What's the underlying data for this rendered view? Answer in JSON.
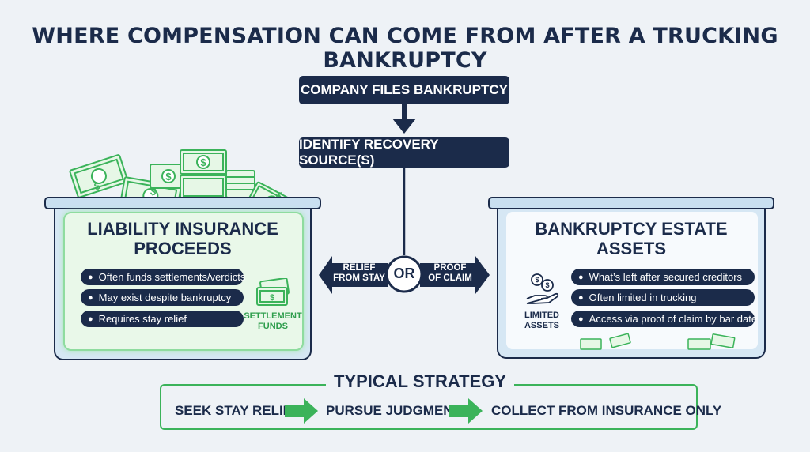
{
  "title": "WHERE COMPENSATION CAN COME FROM AFTER A TRUCKING BANKRUPTCY",
  "flow": {
    "step1": "COMPANY FILES BANKRUPTCY",
    "step2": "IDENTIFY RECOVERY SOURCE(S)",
    "or_label": "OR",
    "left_arrow_label": [
      "RELIEF",
      "FROM STAY"
    ],
    "right_arrow_label": [
      "PROOF",
      "OF CLAIM"
    ]
  },
  "left_bin": {
    "title_line1": "LIABILITY INSURANCE",
    "title_line2": "PROCEEDS",
    "bullets": [
      "Often funds settlements/verdicts",
      "May exist despite bankruptcy",
      "Requires stay relief"
    ],
    "icon_label_line1": "SETTLEMENT",
    "icon_label_line2": "FUNDS",
    "money_symbol": "$"
  },
  "right_bin": {
    "title_line1": "BANKRUPTCY ESTATE",
    "title_line2": "ASSETS",
    "bullets": [
      "What’s left after secured creditors",
      "Often limited in trucking",
      "Access via proof of claim by bar date"
    ],
    "icon_label_line1": "LIMITED",
    "icon_label_line2": "ASSETS",
    "money_symbol": "$"
  },
  "strategy": {
    "title": "TYPICAL STRATEGY",
    "steps": [
      "SEEK STAY RELIEF",
      "PURSUE JUDGMENT",
      "COLLECT FROM INSURANCE ONLY"
    ]
  },
  "colors": {
    "navy": "#1b2b4a",
    "green": "#3bb35a",
    "light_blue": "#c9dff0",
    "mint": "#e6f7e6"
  }
}
